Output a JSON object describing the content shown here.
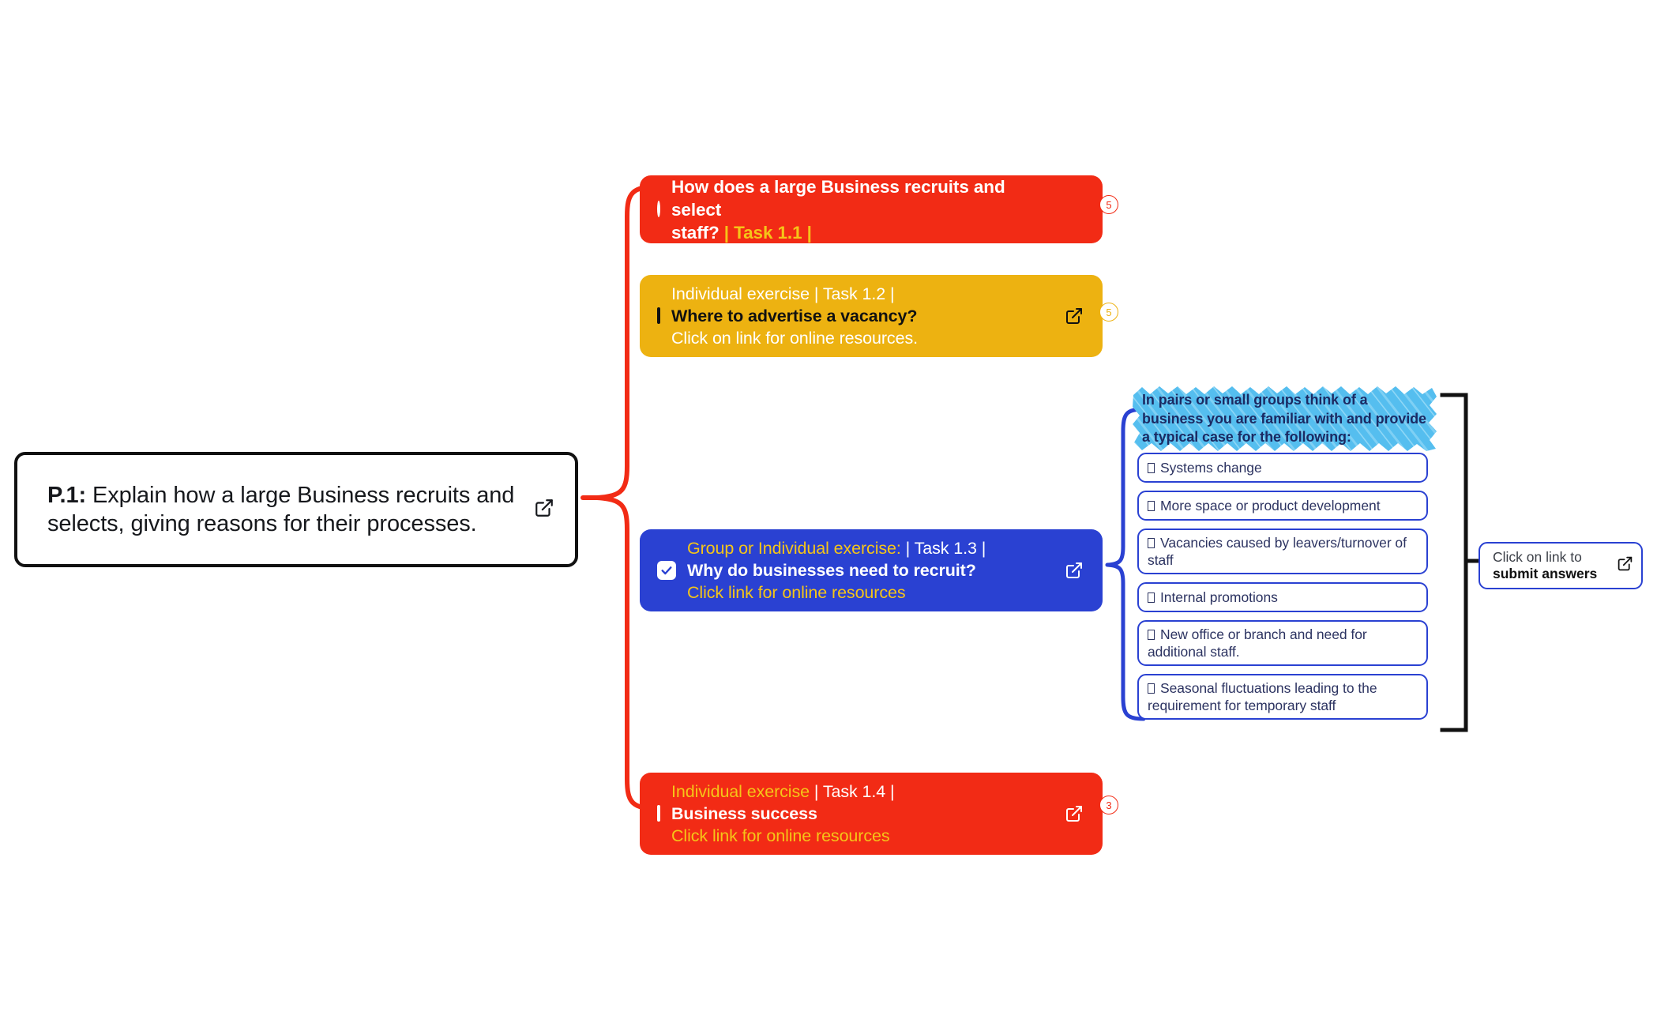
{
  "root": {
    "lead": "P.1:",
    "text": " Explain how a large Business recruits and selects, giving reasons for their processes.",
    "link_icon": "external-link-icon"
  },
  "cards": [
    {
      "id": "card-11",
      "color": "#F22B15",
      "control": "radio-unchecked",
      "line1_white": "How does a large Business recruits and select",
      "line2_white": "staff?",
      "line2_accent": " | Task 1.1 |",
      "badge": "5",
      "badge_color": "#F22B15"
    },
    {
      "id": "card-12",
      "color": "#EDB211",
      "control": "checkbox-unchecked-dark",
      "line1": "Individual exercise  | Task 1.2 |",
      "line2": "Where to advertise a vacancy?",
      "line3": "Click on link for online resources.",
      "link_icon": "external-link-icon",
      "badge": "5",
      "badge_color": "#EDB211"
    },
    {
      "id": "card-13",
      "color": "#2A41D2",
      "control": "checkbox-checked",
      "line1_accent": "Group or Individual exercise:",
      "line1_white": " | Task 1.3 |",
      "line2": "Why do businesses need to recruit?",
      "line3": "Click link for online resources",
      "link_icon": "external-link-icon"
    },
    {
      "id": "card-14",
      "color": "#F22B15",
      "control": "checkbox-unchecked-white",
      "line1_accent": "Individual exercise",
      "line1_white": "  | Task 1.4 |",
      "line2": "Business success",
      "line3": "Click link for online resources",
      "link_icon": "external-link-icon",
      "badge": "3",
      "badge_color": "#F22B15"
    }
  ],
  "panel": {
    "heading": "In pairs or small groups think of a business you are familiar with and provide a typical case for the following:",
    "heading_highlight_color": "#55BEEF",
    "heading_text_color": "#1B2A63",
    "options": [
      "Systems change",
      "More space or product development",
      "Vacancies caused by leavers/turnover of staff",
      "Internal promotions",
      "New office or branch and need for additional staff.",
      "Seasonal fluctuations leading to the requirement for temporary staff"
    ]
  },
  "submit": {
    "line1": "Click on link to",
    "line2": "submit answers",
    "link_icon": "external-link-icon"
  },
  "connectors": {
    "root_brace_color": "#F22B15",
    "panel_brace_color": "#2A41D2",
    "submit_bracket_color": "#111111"
  }
}
